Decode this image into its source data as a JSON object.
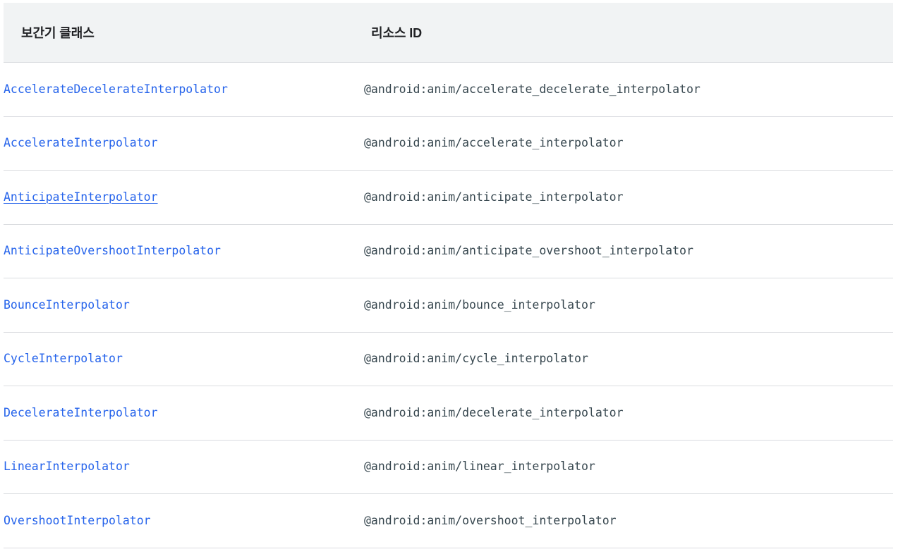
{
  "table": {
    "columns": [
      {
        "key": "class_name",
        "label": "보간기 클래스"
      },
      {
        "key": "resource_id",
        "label": "리소스 ID"
      }
    ],
    "header": {
      "class_label": "보간기 클래스",
      "resource_label": "리소스 ID",
      "background_color": "#f1f3f4",
      "text_color": "#202124"
    },
    "style": {
      "link_color": "#2563eb",
      "resource_text_color": "#37474f",
      "divider_color": "#dadce0",
      "row_background": "#ffffff"
    },
    "hovered_row_index": 2,
    "row_count": 9,
    "rows": [
      {
        "class_name": "AccelerateDecelerateInterpolator",
        "resource_id": "@android:anim/accelerate_decelerate_interpolator",
        "hovered": false
      },
      {
        "class_name": "AccelerateInterpolator",
        "resource_id": "@android:anim/accelerate_interpolator",
        "hovered": false
      },
      {
        "class_name": "AnticipateInterpolator",
        "resource_id": "@android:anim/anticipate_interpolator",
        "hovered": true
      },
      {
        "class_name": "AnticipateOvershootInterpolator",
        "resource_id": "@android:anim/anticipate_overshoot_interpolator",
        "hovered": false
      },
      {
        "class_name": "BounceInterpolator",
        "resource_id": "@android:anim/bounce_interpolator",
        "hovered": false
      },
      {
        "class_name": "CycleInterpolator",
        "resource_id": "@android:anim/cycle_interpolator",
        "hovered": false
      },
      {
        "class_name": "DecelerateInterpolator",
        "resource_id": "@android:anim/decelerate_interpolator",
        "hovered": false
      },
      {
        "class_name": "LinearInterpolator",
        "resource_id": "@android:anim/linear_interpolator",
        "hovered": false
      },
      {
        "class_name": "OvershootInterpolator",
        "resource_id": "@android:anim/overshoot_interpolator",
        "hovered": false
      }
    ]
  }
}
